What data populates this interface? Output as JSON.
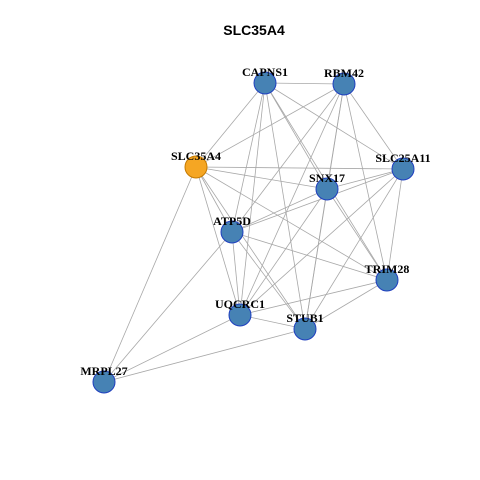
{
  "title": "SLC35A4",
  "colors": {
    "node_fill": "#4682b4",
    "node_stroke": "#1f3fbf",
    "highlight_fill": "#f5a623",
    "highlight_stroke": "#c57a00",
    "edge": "#a8a8a8"
  },
  "nodes": [
    {
      "id": "CAPNS1",
      "label": "CAPNS1",
      "highlight": false
    },
    {
      "id": "RBM42",
      "label": "RBM42",
      "highlight": false
    },
    {
      "id": "SLC35A4",
      "label": "SLC35A4",
      "highlight": true
    },
    {
      "id": "SLC25A11",
      "label": "SLC25A11",
      "highlight": false
    },
    {
      "id": "SNX17",
      "label": "SNX17",
      "highlight": false
    },
    {
      "id": "ATP5D",
      "label": "ATP5D",
      "highlight": false
    },
    {
      "id": "TRIM28",
      "label": "TRIM28",
      "highlight": false
    },
    {
      "id": "UQCRC1",
      "label": "UQCRC1",
      "highlight": false
    },
    {
      "id": "STUB1",
      "label": "STUB1",
      "highlight": false
    },
    {
      "id": "MRPL27",
      "label": "MRPL27",
      "highlight": false
    }
  ],
  "edges": [
    [
      "CAPNS1",
      "RBM42"
    ],
    [
      "CAPNS1",
      "SLC35A4"
    ],
    [
      "CAPNS1",
      "SLC25A11"
    ],
    [
      "CAPNS1",
      "SNX17"
    ],
    [
      "CAPNS1",
      "ATP5D"
    ],
    [
      "CAPNS1",
      "TRIM28"
    ],
    [
      "CAPNS1",
      "UQCRC1"
    ],
    [
      "CAPNS1",
      "STUB1"
    ],
    [
      "RBM42",
      "SLC35A4"
    ],
    [
      "RBM42",
      "SLC25A11"
    ],
    [
      "RBM42",
      "SNX17"
    ],
    [
      "RBM42",
      "ATP5D"
    ],
    [
      "RBM42",
      "TRIM28"
    ],
    [
      "RBM42",
      "UQCRC1"
    ],
    [
      "RBM42",
      "STUB1"
    ],
    [
      "SLC35A4",
      "SLC25A11"
    ],
    [
      "SLC35A4",
      "SNX17"
    ],
    [
      "SLC35A4",
      "ATP5D"
    ],
    [
      "SLC35A4",
      "TRIM28"
    ],
    [
      "SLC35A4",
      "UQCRC1"
    ],
    [
      "SLC35A4",
      "STUB1"
    ],
    [
      "SLC35A4",
      "MRPL27"
    ],
    [
      "SLC25A11",
      "SNX17"
    ],
    [
      "SLC25A11",
      "ATP5D"
    ],
    [
      "SLC25A11",
      "TRIM28"
    ],
    [
      "SLC25A11",
      "UQCRC1"
    ],
    [
      "SLC25A11",
      "STUB1"
    ],
    [
      "SNX17",
      "ATP5D"
    ],
    [
      "SNX17",
      "TRIM28"
    ],
    [
      "SNX17",
      "UQCRC1"
    ],
    [
      "SNX17",
      "STUB1"
    ],
    [
      "ATP5D",
      "TRIM28"
    ],
    [
      "ATP5D",
      "UQCRC1"
    ],
    [
      "ATP5D",
      "STUB1"
    ],
    [
      "ATP5D",
      "MRPL27"
    ],
    [
      "TRIM28",
      "UQCRC1"
    ],
    [
      "TRIM28",
      "STUB1"
    ],
    [
      "UQCRC1",
      "STUB1"
    ],
    [
      "UQCRC1",
      "MRPL27"
    ],
    [
      "STUB1",
      "MRPL27"
    ]
  ]
}
